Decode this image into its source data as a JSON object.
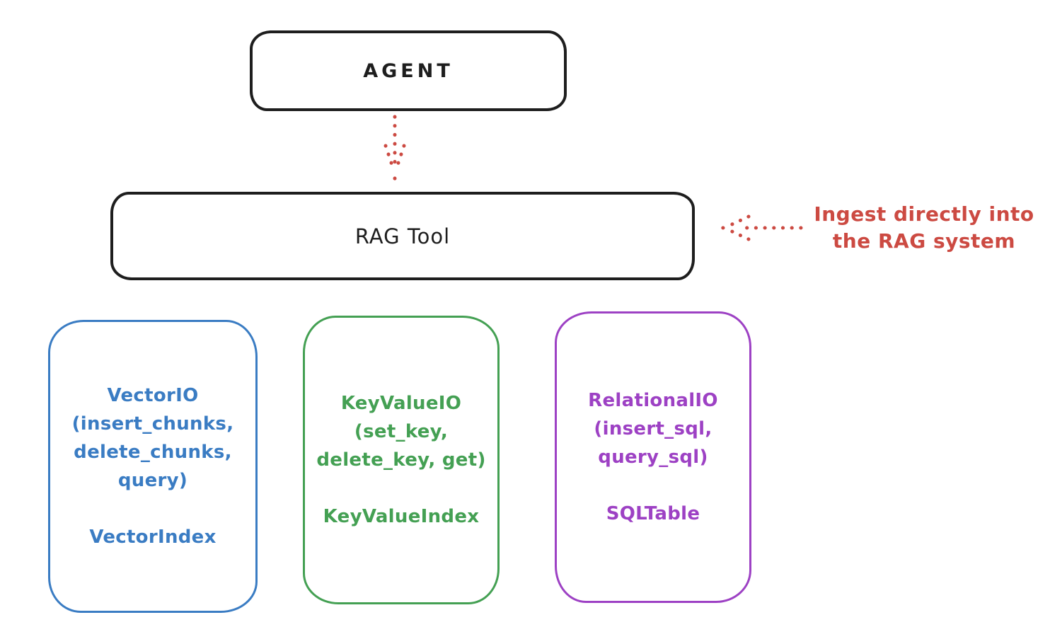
{
  "colors": {
    "ink": "#1e1e1e",
    "red": "#cc4a42",
    "blue": "#3a7cc3",
    "green": "#44a053",
    "purple": "#9d41c4"
  },
  "agent": {
    "label": "AGENT"
  },
  "rag_tool": {
    "label": "RAG Tool"
  },
  "annotation": {
    "line1": "Ingest directly into",
    "line2": "the RAG system"
  },
  "io_boxes": [
    {
      "title": "VectorIO",
      "lines": [
        "VectorIO",
        "(insert_chunks,",
        "delete_chunks,",
        "query)"
      ],
      "footer": "VectorIndex"
    },
    {
      "title": "KeyValueIO",
      "lines": [
        "KeyValueIO",
        "(set_key,",
        "delete_key, get)"
      ],
      "footer": "KeyValueIndex"
    },
    {
      "title": "RelationalIO",
      "lines": [
        "RelationalIO",
        "(insert_sql,",
        "query_sql)"
      ],
      "footer": "SQLTable"
    }
  ]
}
